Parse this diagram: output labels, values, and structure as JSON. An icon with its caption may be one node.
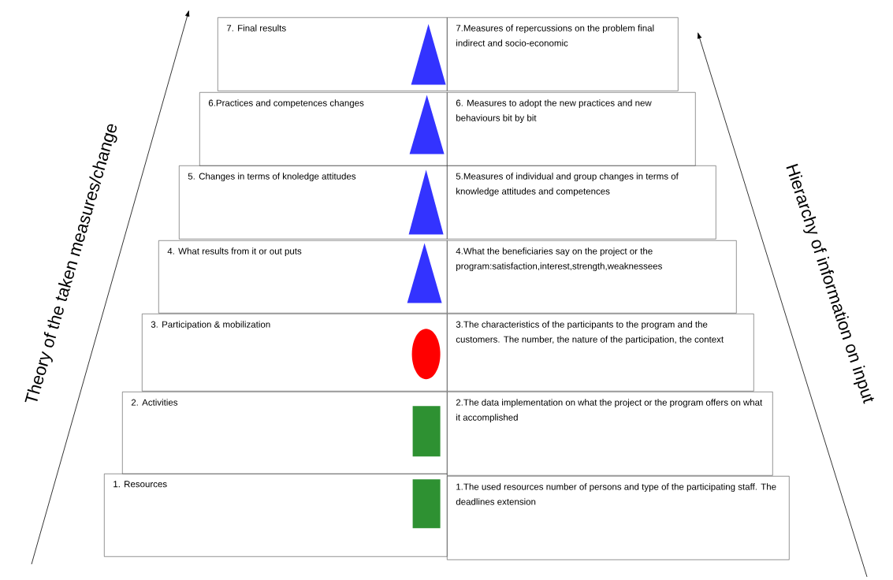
{
  "diagram": {
    "nodes": [
      {
        "text": [
          "7. Final results"
        ]
      },
      {
        "text": [
          "7.Measures of repercussions on the problem final indirect and socio-economic"
        ]
      },
      {
        "text": [
          "6.Practices and competences changes"
        ]
      },
      {
        "text": [
          "6. Measures to adopt the new practices and new behaviours bit by bit"
        ]
      },
      {
        "text": [
          "5. Changes in terms of knoledge attitudes"
        ]
      },
      {
        "text": [
          "5.Measures of individual and group changes in terms of knowledge attitudes and competences"
        ]
      },
      {
        "text": [
          "4. What results from it or out puts"
        ]
      },
      {
        "text": [
          "4.What the beneficiaries say on the project or the program:satisfaction,interest,strength,weaknessees"
        ]
      },
      {
        "text": [
          "3. Participation & mobilization"
        ]
      },
      {
        "text": [
          "3.The characteristics of the participants to the program and the customers. The number, the nature of the participation, the context"
        ]
      },
      {
        "text": [
          "2. Activities"
        ]
      },
      {
        "text": [
          "2.The data implementation on what the project or the program offers on what it accomplished"
        ]
      },
      {
        "text": [
          "1. Resources"
        ]
      },
      {
        "text": [
          "1.The used resources number of persons and type of the participating staff. The deadlines extension"
        ]
      },
      {
        "text": [],
        "shape": "triangle",
        "in": 0
      },
      {
        "text": [],
        "shape": "triangle",
        "in": 2
      },
      {
        "text": [],
        "shape": "triangle",
        "in": 4
      },
      {
        "text": [],
        "shape": "triangle",
        "in": 6
      },
      {
        "text": [],
        "shape": "circle",
        "in": 8
      },
      {
        "text": [],
        "shape": "box",
        "in": 10
      },
      {
        "text": [],
        "shape": "box",
        "in": 12
      }
    ],
    "labels": [
      "Theory of the taken measures/change",
      "Hierarchy of information on input"
    ]
  }
}
